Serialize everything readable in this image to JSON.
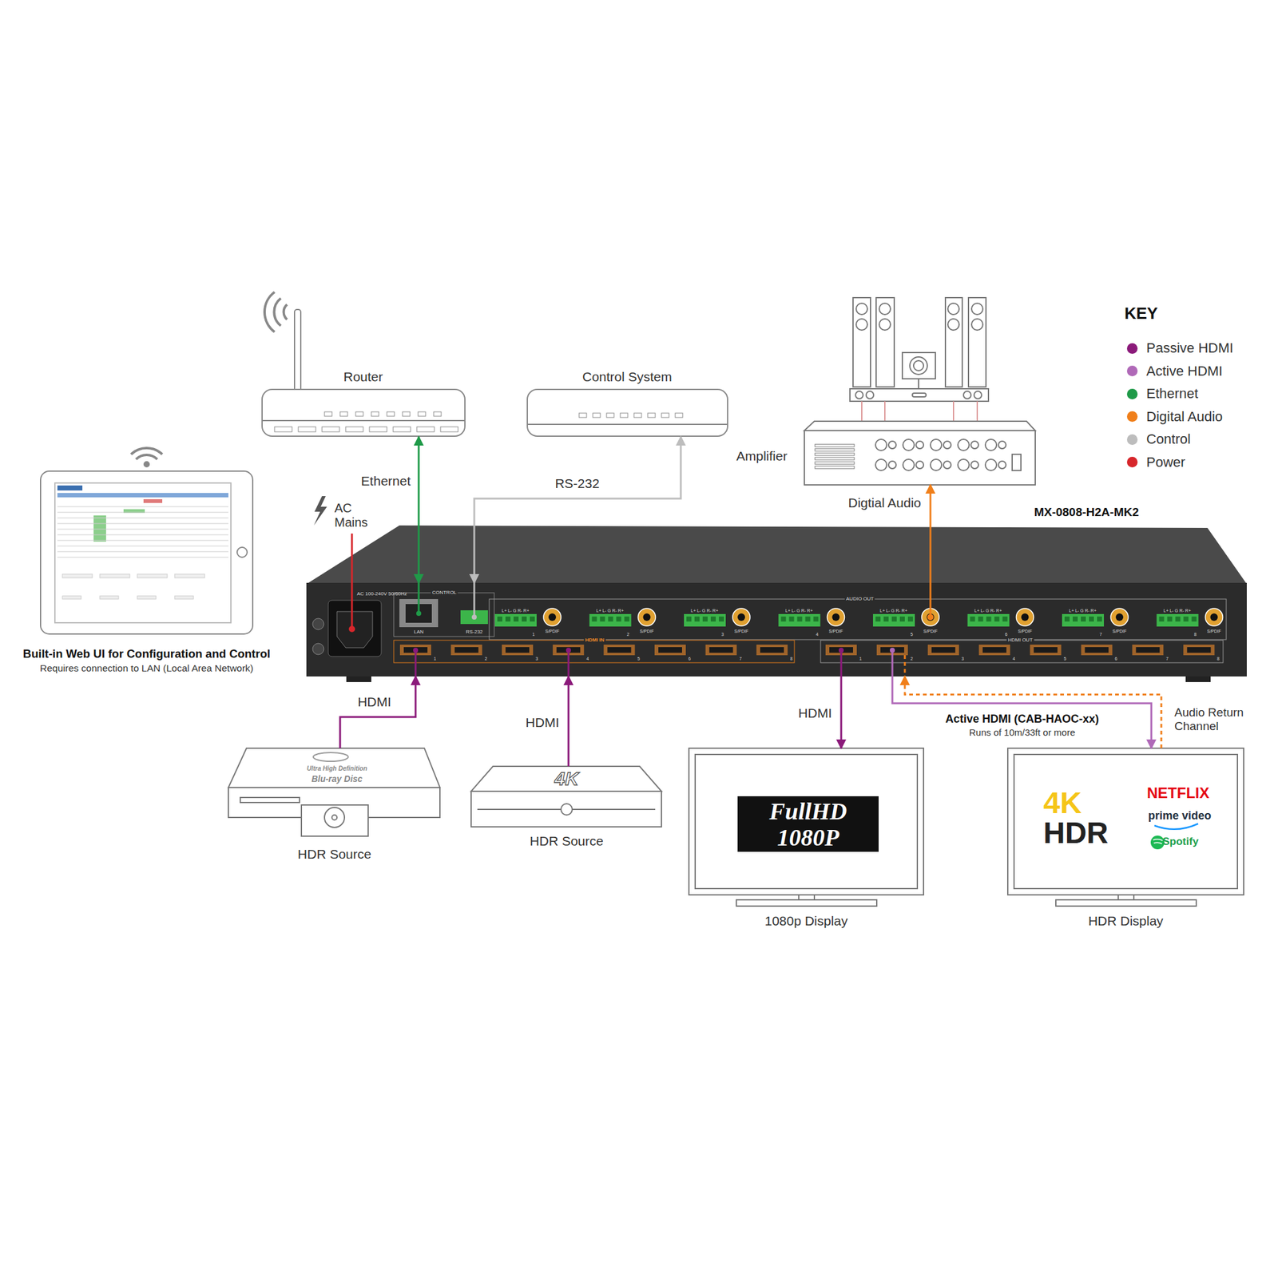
{
  "diagram": {
    "nodes": [
      {
        "text": [
          "Router"
        ]
      },
      {
        "text": [
          "Control System"
        ]
      },
      {
        "text": [
          "Amplifier"
        ]
      },
      {
        "text": [
          "MX-0808-H2A-MK2"
        ]
      },
      {
        "text": [
          "Built-in Web UI for Configuration and Control",
          "Requires connection to LAN (Local Area Network)"
        ]
      },
      {
        "text": [
          "HDR Source"
        ]
      },
      {
        "text": [
          "HDR Source"
        ]
      },
      {
        "text": [
          "FullHD 1080P",
          "1080p Display"
        ]
      },
      {
        "text": [
          "4K HDR",
          "NETFLIX",
          "prime video",
          "Spotify",
          "HDR Display"
        ]
      }
    ],
    "edges": [
      {
        "from": 0,
        "to": 3,
        "arrow": "both",
        "label": "Ethernet"
      },
      {
        "from": 1,
        "to": 3,
        "arrow": "both",
        "label": "RS-232"
      },
      {
        "from": 3,
        "to": 2,
        "arrow": "to",
        "label": "Digtial Audio"
      },
      {
        "from": 5,
        "to": 3,
        "arrow": "to",
        "label": "HDMI"
      },
      {
        "from": 6,
        "to": 3,
        "arrow": "to",
        "label": "HDMI"
      },
      {
        "from": 3,
        "to": 7,
        "arrow": "to",
        "label": "HDMI"
      },
      {
        "from": 3,
        "to": 8,
        "arrow": "to",
        "label": "Active HDMI (CAB-HAOC-xx)"
      },
      {
        "from": 8,
        "to": 3,
        "arrow": "to",
        "label": "Audio Return Channel"
      }
    ],
    "labels": [
      "KEY",
      "AC Mains",
      "Runs of 10m/33ft or more",
      "AC 100-240V 50/60Hz",
      "CONTROL",
      "LAN",
      "RS-232",
      "AUDIO OUT",
      "HDMI IN",
      "HDMI OUT",
      "Ultra High Definition",
      "Blu-ray Disc",
      "4K",
      "L+ L- G R- R+",
      "S/PDIF",
      "1",
      "L+ L- G R- R+",
      "S/PDIF",
      "2",
      "L+ L- G R- R+",
      "S/PDIF",
      "3",
      "L+ L- G R- R+",
      "S/PDIF",
      "4",
      "L+ L- G R- R+",
      "S/PDIF",
      "5",
      "L+ L- G R- R+",
      "S/PDIF",
      "6",
      "L+ L- G R- R+",
      "S/PDIF",
      "7",
      "L+ L- G R- R+",
      "S/PDIF",
      "8",
      "1",
      "2",
      "3",
      "4",
      "5",
      "6",
      "7",
      "8",
      "1",
      "2",
      "3",
      "4",
      "5",
      "6",
      "7",
      "8"
    ],
    "legend": [
      {
        "text": "Passive HDMI",
        "color": "#8b1a7a"
      },
      {
        "text": "Active HDMI",
        "color": "#b069b8"
      },
      {
        "text": "Ethernet",
        "color": "#1f9a48"
      },
      {
        "text": "Digital Audio",
        "color": "#f07f1a"
      },
      {
        "text": "Control",
        "color": "#bdbdbd"
      },
      {
        "text": "Power",
        "color": "#d7262b"
      }
    ]
  }
}
